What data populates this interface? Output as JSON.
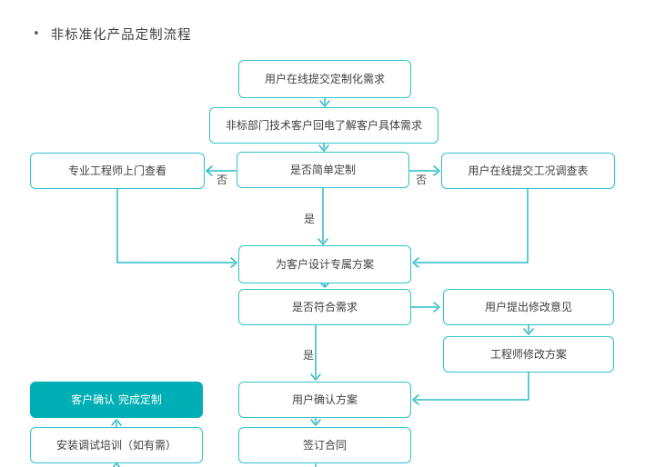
{
  "title": {
    "bullet": "•",
    "text": "非标准化产品定制流程"
  },
  "colors": {
    "box_border": "#2fc3cb",
    "connector": "#29bac7",
    "highlight_fill": "#00afb5",
    "highlight_text": "#ffffff",
    "box_text": "#3f3f3f",
    "background": "#ffffff"
  },
  "flowchart": {
    "nodes": {
      "submit_requirement": "用户在线提交定制化需求",
      "dept_callback": "非标部门技术客户回电了解客户具体需求",
      "engineer_visit": "专业工程师上门查看",
      "is_simple_custom": "是否简单定制",
      "condition_survey": "用户在线提交工况调查表",
      "design_plan": "为客户设计专属方案",
      "meets_needs": "是否符合需求",
      "revision_feedback": "用户提出修改意见",
      "engineer_revision": "工程师修改方案",
      "confirm_plan": "用户确认方案",
      "sign_contract": "签订合同",
      "custom_complete": "客户确认 完成定制",
      "install_training": "安装调试培训（如有需）"
    },
    "edge_labels": {
      "no_to_visit": "否",
      "no_to_survey": "否",
      "yes_simple": "是",
      "yes_meets": "是"
    }
  }
}
